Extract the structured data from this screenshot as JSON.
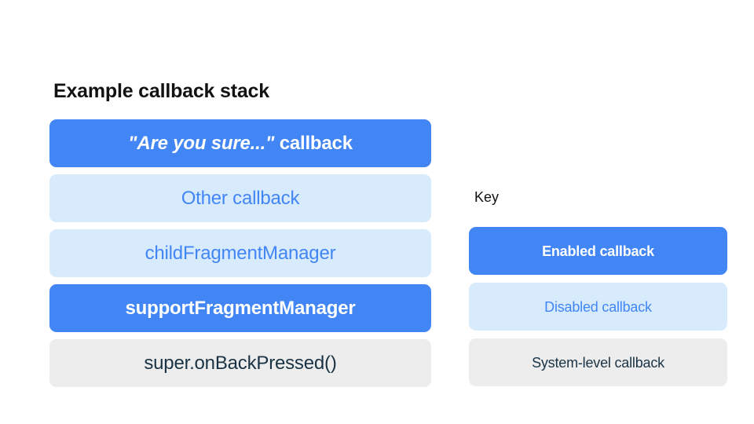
{
  "stack": {
    "title": "Example callback stack",
    "items": [
      {
        "label": "\"Are you sure...\" callback",
        "quoted_part": "\"Are you sure...\"",
        "plain_part": " callback",
        "variant": "enabled",
        "name": "stack-item-are-you-sure-callback"
      },
      {
        "label": "Other callback",
        "variant": "disabled",
        "name": "stack-item-other-callback"
      },
      {
        "label": "childFragmentManager",
        "variant": "disabled",
        "name": "stack-item-child-fragment-manager"
      },
      {
        "label": "supportFragmentManager",
        "variant": "enabled",
        "name": "stack-item-support-fragment-manager"
      },
      {
        "label": "super.onBackPressed()",
        "variant": "system",
        "name": "stack-item-super-on-back-pressed"
      }
    ]
  },
  "key": {
    "title": "Key",
    "items": [
      {
        "label": "Enabled callback",
        "variant": "enabled",
        "name": "key-item-enabled-callback"
      },
      {
        "label": "Disabled callback",
        "variant": "disabled",
        "name": "key-item-disabled-callback"
      },
      {
        "label": "System-level callback",
        "variant": "system",
        "name": "key-item-system-level-callback"
      }
    ]
  },
  "colors": {
    "enabled_fill": "#4285F4",
    "enabled_text": "#FFFFFF",
    "disabled_fill": "#D7EBFD",
    "disabled_text": "#4285F4",
    "system_fill": "#EDEDED",
    "system_text": "#1A3344",
    "background": "#FFFFFF",
    "heading_text": "#121212"
  }
}
